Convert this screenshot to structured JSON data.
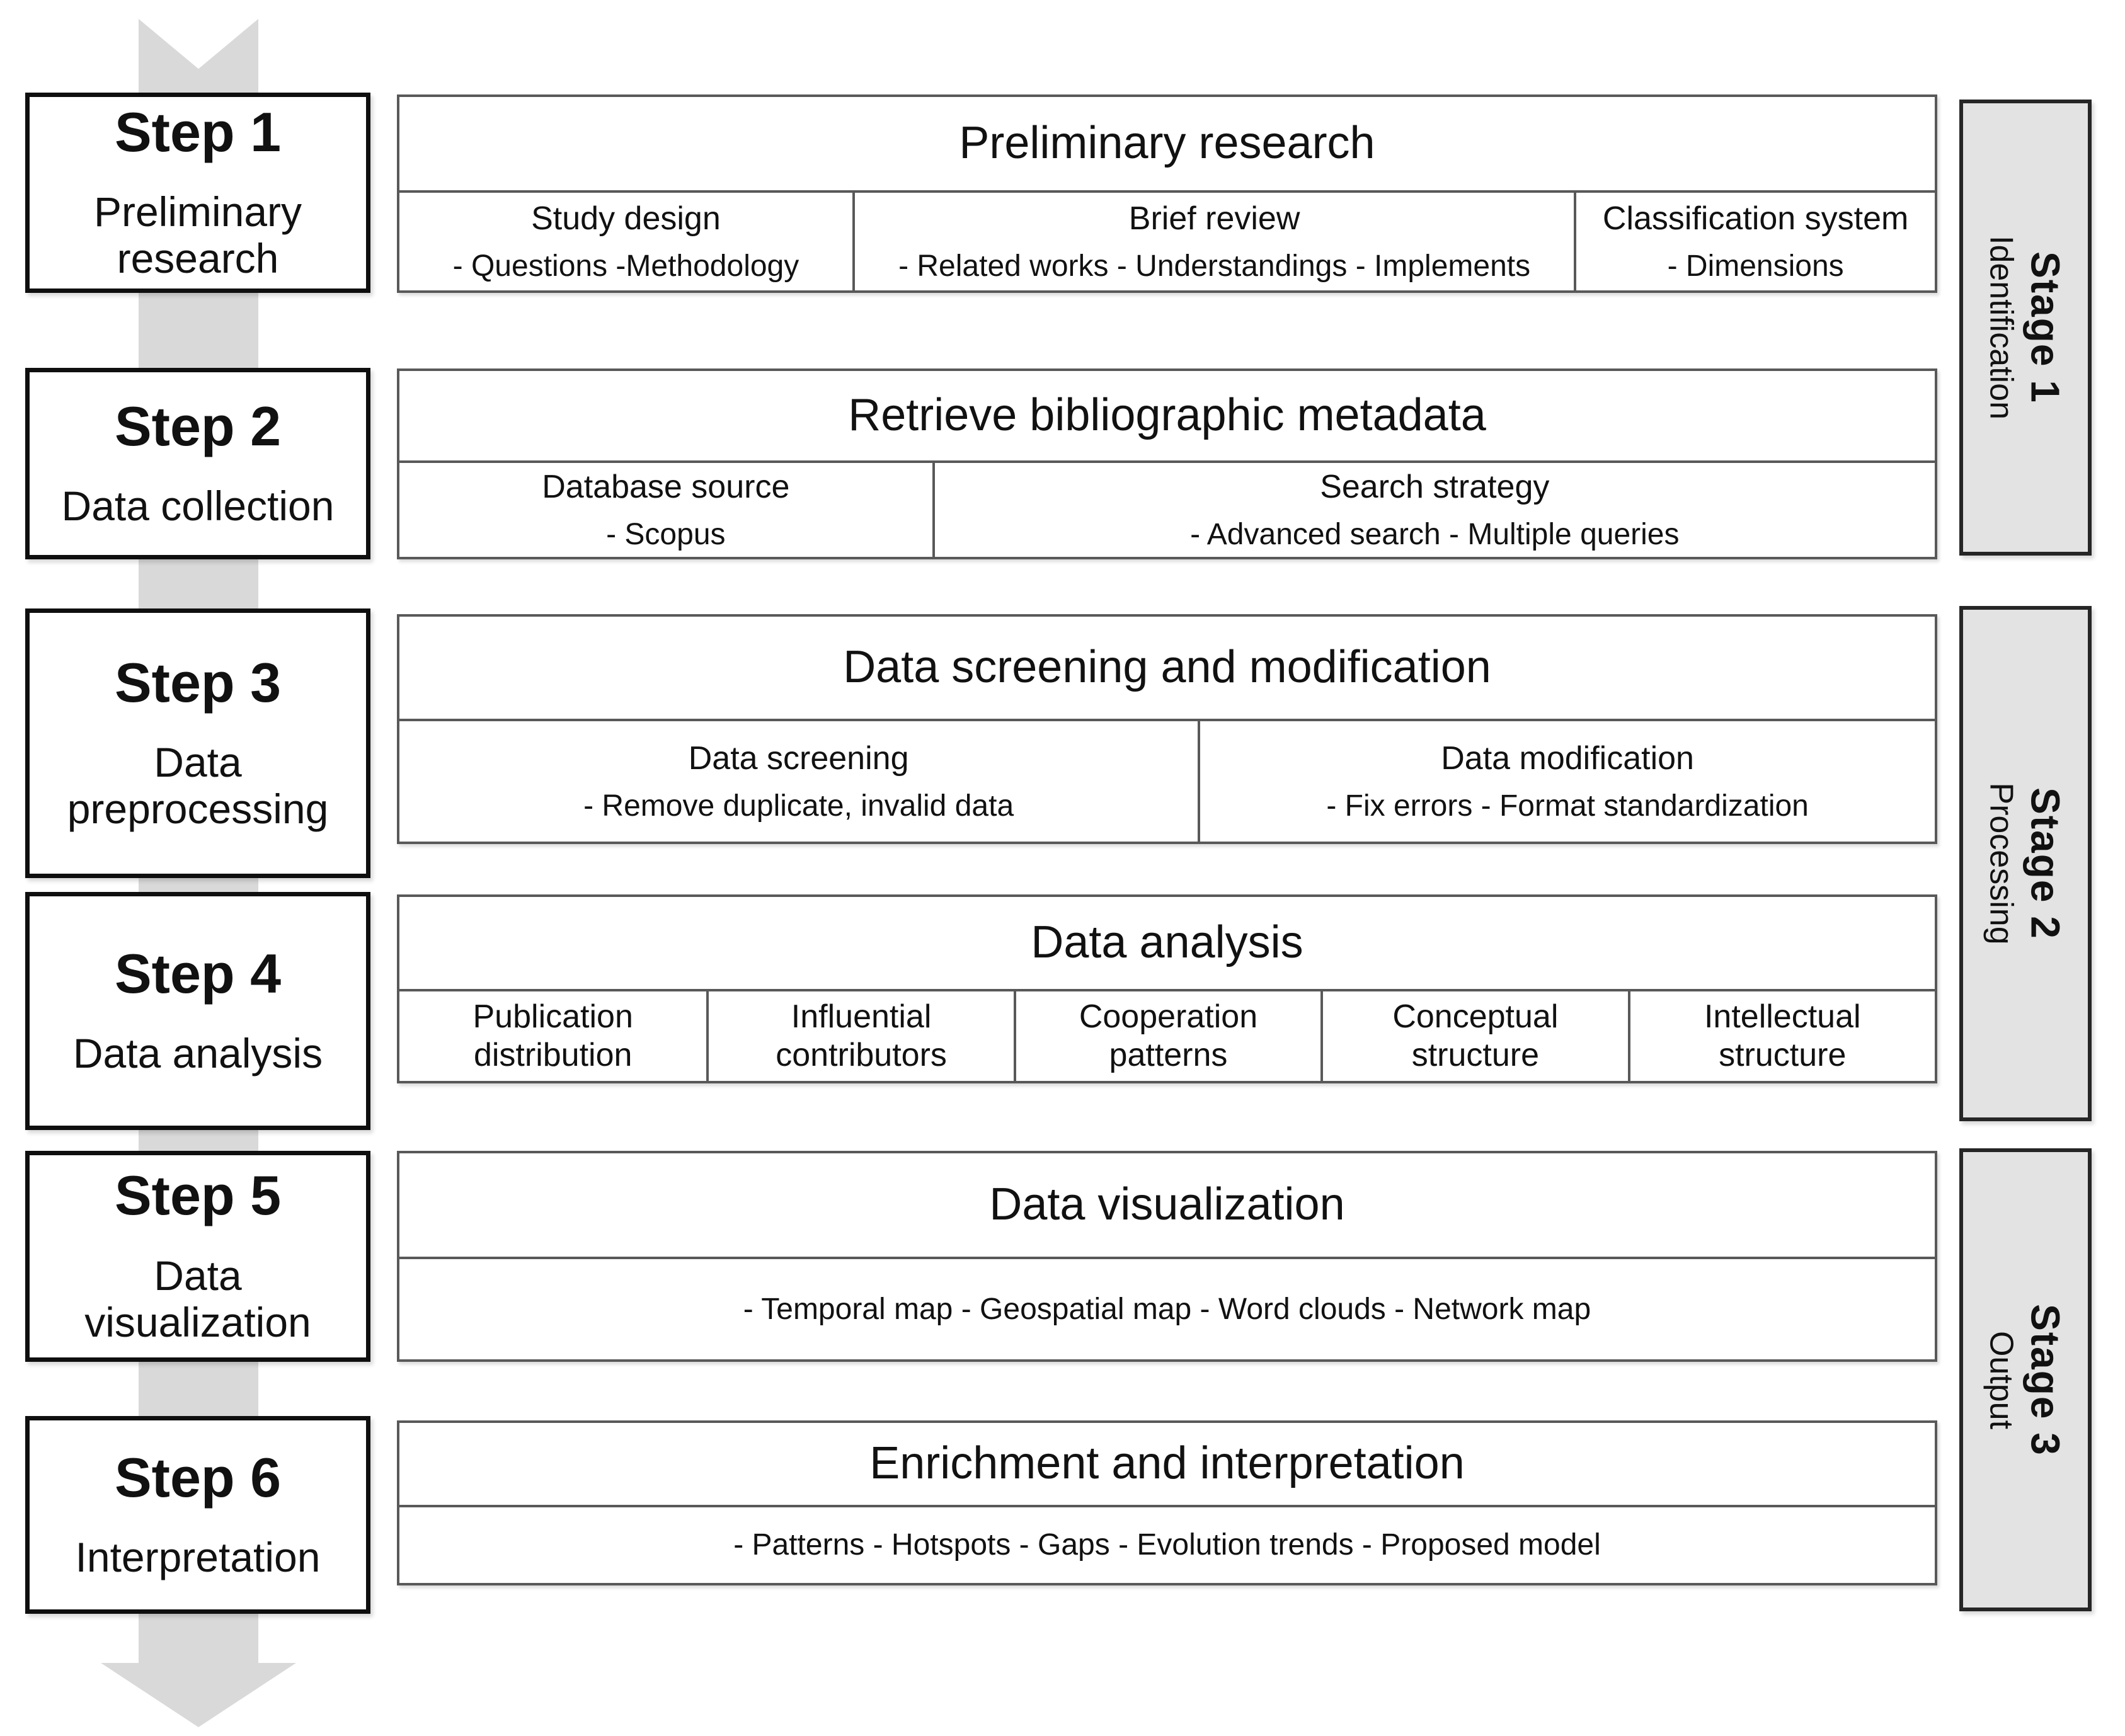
{
  "steps": [
    {
      "title": "Step 1",
      "subtitle": "Preliminary research"
    },
    {
      "title": "Step 2",
      "subtitle": "Data collection"
    },
    {
      "title": "Step 3",
      "subtitle": "Data preprocessing"
    },
    {
      "title": "Step 4",
      "subtitle": "Data analysis"
    },
    {
      "title": "Step 5",
      "subtitle": "Data visualization"
    },
    {
      "title": "Step 6",
      "subtitle": "Interpretation"
    }
  ],
  "rows": [
    {
      "header": "Preliminary research",
      "cells": [
        {
          "title": "Study design",
          "bullets": "- Questions  -Methodology"
        },
        {
          "title": "Brief review",
          "bullets": "- Related works  - Understandings - Implements"
        },
        {
          "title": "Classification system",
          "bullets": "- Dimensions"
        }
      ]
    },
    {
      "header": "Retrieve bibliographic metadata",
      "cells": [
        {
          "title": "Database source",
          "bullets": "- Scopus"
        },
        {
          "title": "Search strategy",
          "bullets": "- Advanced search  - Multiple queries"
        }
      ]
    },
    {
      "header": "Data screening and modification",
      "cells": [
        {
          "title": "Data screening",
          "bullets": "- Remove duplicate, invalid data"
        },
        {
          "title": "Data modification",
          "bullets": "- Fix errors  - Format standardization"
        }
      ]
    },
    {
      "header": "Data analysis",
      "cells": [
        {
          "title": "Publication distribution"
        },
        {
          "title": "Influential contributors"
        },
        {
          "title": "Cooperation patterns"
        },
        {
          "title": "Conceptual structure"
        },
        {
          "title": "Intellectual structure"
        }
      ]
    },
    {
      "header": "Data visualization",
      "cells": [
        {
          "bullets": "- Temporal map  - Geospatial map  - Word clouds  - Network map"
        }
      ]
    },
    {
      "header": "Enrichment and interpretation",
      "cells": [
        {
          "bullets": "- Patterns  - Hotspots  - Gaps  - Evolution trends  - Proposed model"
        }
      ]
    }
  ],
  "stages": [
    {
      "title": "Stage 1",
      "subtitle": "Identification"
    },
    {
      "title": "Stage 2",
      "subtitle": "Processing"
    },
    {
      "title": "Stage 3",
      "subtitle": "Output"
    }
  ],
  "colors": {
    "arrow_band": "#d9d9d9",
    "stage_fill": "#e3e3e3",
    "dark_border": "#0f0f0f",
    "panel_border": "#595959"
  }
}
